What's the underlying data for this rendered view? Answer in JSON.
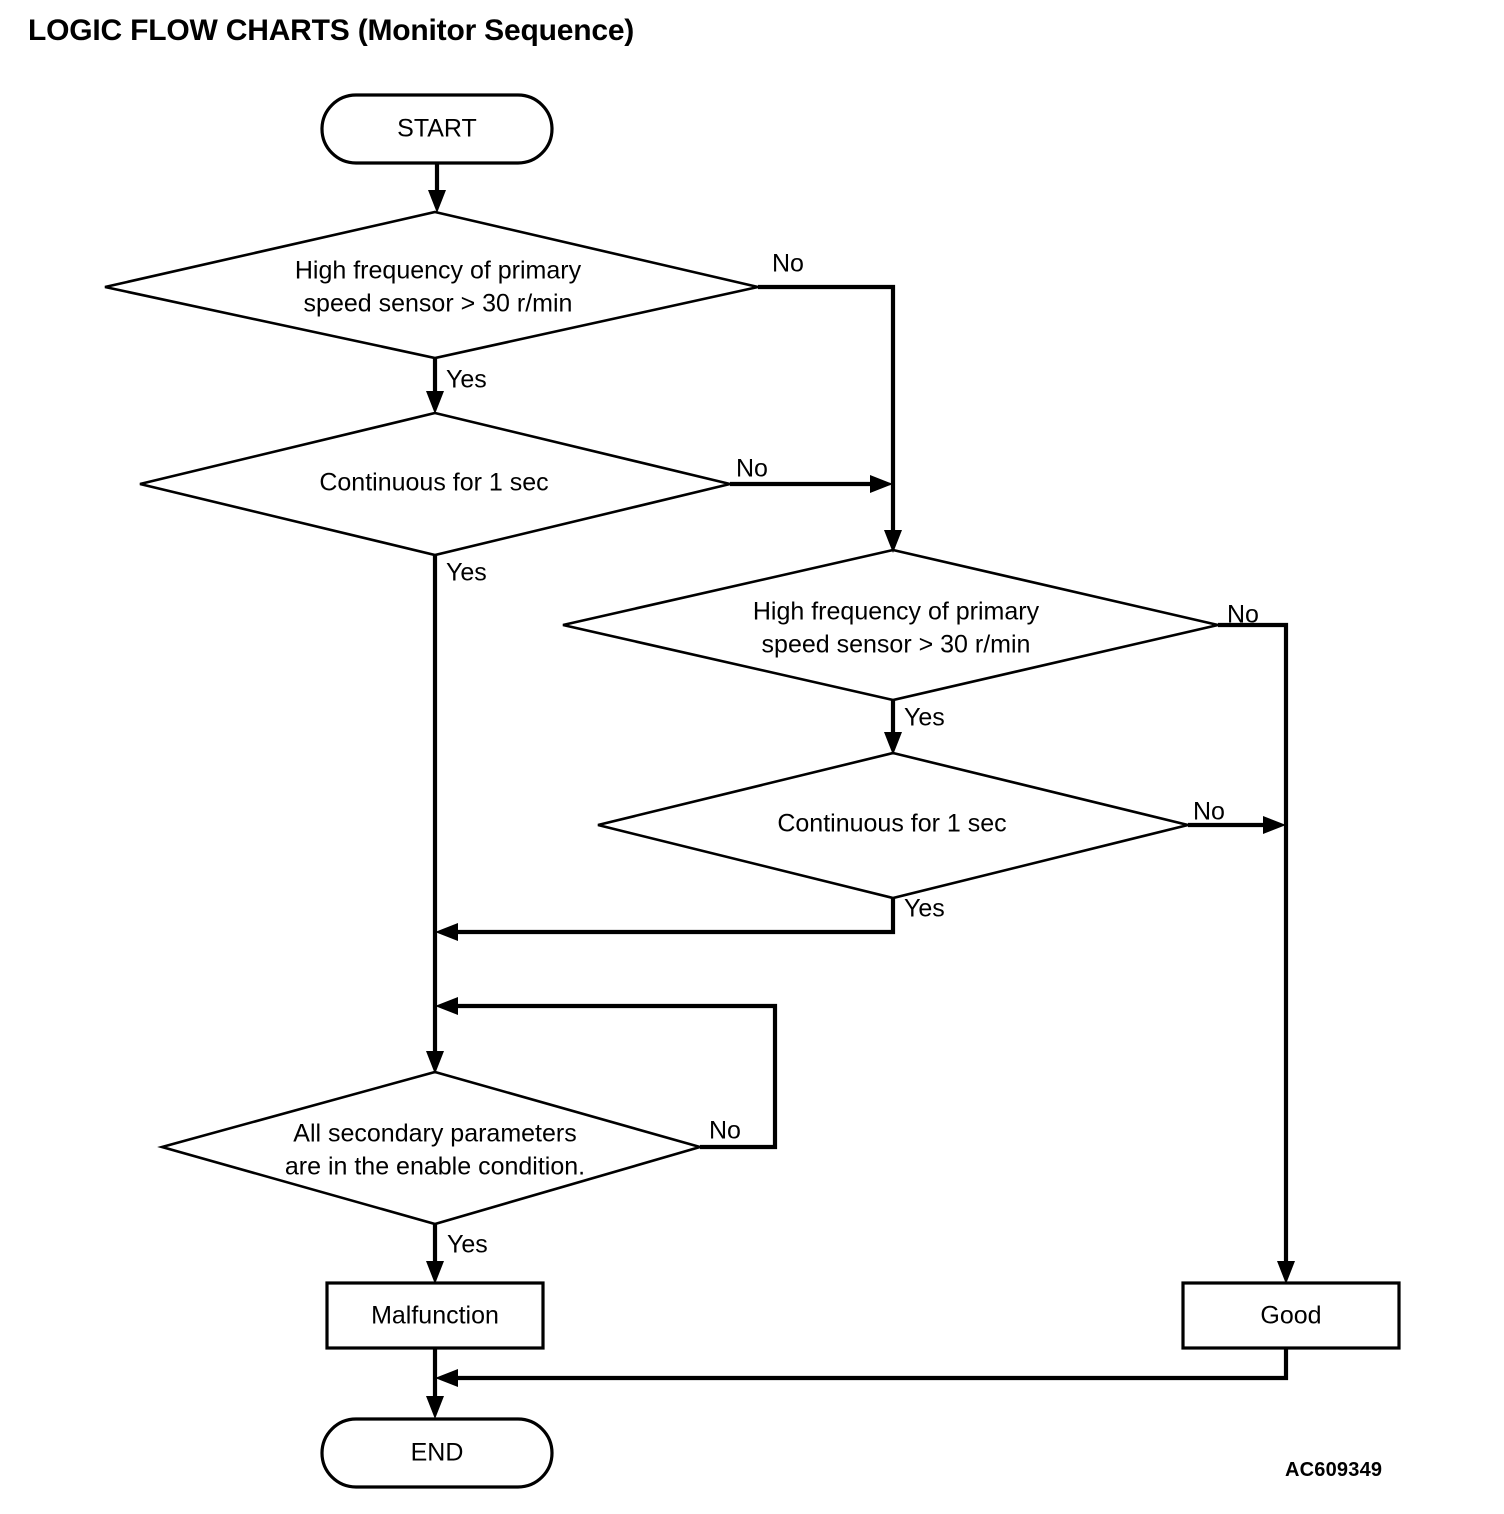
{
  "page": {
    "title": "LOGIC FLOW CHARTS (Monitor Sequence)",
    "reference_code": "AC609349"
  },
  "chart_data": {
    "type": "diagram",
    "diagram_kind": "flowchart",
    "title": "LOGIC FLOW CHARTS (Monitor Sequence)",
    "nodes": [
      {
        "id": "start",
        "shape": "terminator",
        "label": "START"
      },
      {
        "id": "d1",
        "shape": "decision",
        "label_line1": "High frequency of primary",
        "label_line2": "speed sensor > 30 r/min"
      },
      {
        "id": "d2",
        "shape": "decision",
        "label_line1": "Continuous for 1 sec",
        "label_line2": ""
      },
      {
        "id": "d3",
        "shape": "decision",
        "label_line1": "High frequency of primary",
        "label_line2": "speed sensor > 30 r/min"
      },
      {
        "id": "d4",
        "shape": "decision",
        "label_line1": "Continuous for 1 sec",
        "label_line2": ""
      },
      {
        "id": "d5",
        "shape": "decision",
        "label_line1": "All secondary parameters",
        "label_line2": "are in the enable condition."
      },
      {
        "id": "malfunction",
        "shape": "process",
        "label": "Malfunction"
      },
      {
        "id": "good",
        "shape": "process",
        "label": "Good"
      },
      {
        "id": "end",
        "shape": "terminator",
        "label": "END"
      }
    ],
    "edges": [
      {
        "from": "start",
        "to": "d1",
        "label": ""
      },
      {
        "from": "d1",
        "to": "d2",
        "label": "Yes"
      },
      {
        "from": "d1",
        "to": "d3",
        "label": "No"
      },
      {
        "from": "d2",
        "to": "d5",
        "label": "Yes"
      },
      {
        "from": "d2",
        "to": "d3",
        "label": "No"
      },
      {
        "from": "d3",
        "to": "d4",
        "label": "Yes"
      },
      {
        "from": "d3",
        "to": "good",
        "label": "No"
      },
      {
        "from": "d4",
        "to": "d5",
        "label": "Yes"
      },
      {
        "from": "d4",
        "to": "good",
        "label": "No"
      },
      {
        "from": "d5",
        "to": "malfunction",
        "label": "Yes"
      },
      {
        "from": "d5",
        "to": "d5",
        "label": "No"
      },
      {
        "from": "malfunction",
        "to": "end",
        "label": ""
      },
      {
        "from": "good",
        "to": "end",
        "label": ""
      }
    ]
  },
  "labels": {
    "start": "START",
    "end": "END",
    "malfunction": "Malfunction",
    "good": "Good",
    "d1_line1": "High frequency of primary",
    "d1_line2": "speed sensor > 30 r/min",
    "d2_line1": "Continuous for 1 sec",
    "d3_line1": "High frequency of primary",
    "d3_line2": "speed sensor > 30 r/min",
    "d4_line1": "Continuous for 1 sec",
    "d5_line1": "All secondary parameters",
    "d5_line2": "are in the enable condition.",
    "yes_1": "Yes",
    "yes_2": "Yes",
    "yes_3": "Yes",
    "yes_4": "Yes",
    "yes_5": "Yes",
    "no_1": "No",
    "no_2": "No",
    "no_3": "No",
    "no_4": "No",
    "no_5": "No"
  },
  "colors": {
    "ink": "#000000",
    "paper": "#ffffff"
  }
}
